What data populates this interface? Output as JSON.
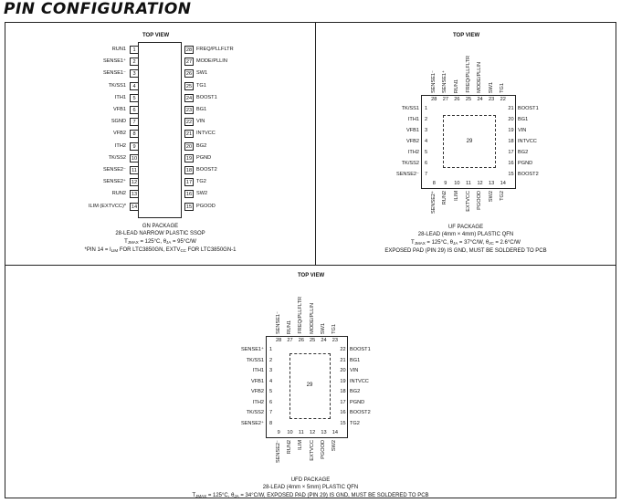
{
  "heading": "PIN CONFIGURATION",
  "top_view_label": "TOP VIEW",
  "ssop": {
    "left_pins": [
      {
        "num": "1",
        "name": "RUN1"
      },
      {
        "num": "2",
        "name": "SENSE1⁺"
      },
      {
        "num": "3",
        "name": "SENSE1⁻"
      },
      {
        "num": "4",
        "name": "TK/SS1"
      },
      {
        "num": "5",
        "name": "ITH1"
      },
      {
        "num": "6",
        "name": "VFB1"
      },
      {
        "num": "7",
        "name": "SGND"
      },
      {
        "num": "8",
        "name": "VFB2"
      },
      {
        "num": "9",
        "name": "ITH2"
      },
      {
        "num": "10",
        "name": "TK/SS2"
      },
      {
        "num": "11",
        "name": "SENSE2⁻"
      },
      {
        "num": "12",
        "name": "SENSE2⁺"
      },
      {
        "num": "13",
        "name": "RUN2"
      },
      {
        "num": "14",
        "name": "ILIM (EXTVCC)*"
      }
    ],
    "right_pins": [
      {
        "num": "28",
        "name": "FREQ/PLLFLTR"
      },
      {
        "num": "27",
        "name": "MODE/PLLIN"
      },
      {
        "num": "26",
        "name": "SW1"
      },
      {
        "num": "25",
        "name": "TG1"
      },
      {
        "num": "24",
        "name": "BOOST1"
      },
      {
        "num": "23",
        "name": "BG1"
      },
      {
        "num": "22",
        "name": "VIN"
      },
      {
        "num": "21",
        "name": "INTVCC"
      },
      {
        "num": "20",
        "name": "BG2"
      },
      {
        "num": "19",
        "name": "PGND"
      },
      {
        "num": "18",
        "name": "BOOST2"
      },
      {
        "num": "17",
        "name": "TG2"
      },
      {
        "num": "16",
        "name": "SW2"
      },
      {
        "num": "15",
        "name": "PGOOD"
      }
    ],
    "cap1": "GN PACKAGE",
    "cap2": "28-LEAD NARROW PLASTIC SSOP",
    "cap3": "TJMAX = 125°C, θJA = 95°C/W",
    "cap4": "*PIN 14 = ILIM FOR LTC3850GN, EXTVCC FOR LTC3850GN-1"
  },
  "uf": {
    "top_pins": [
      {
        "num": "28",
        "name": "SENSE1⁻"
      },
      {
        "num": "27",
        "name": "SENSE1⁺"
      },
      {
        "num": "26",
        "name": "RUN1"
      },
      {
        "num": "25",
        "name": "FREQ/PLLFLTR"
      },
      {
        "num": "24",
        "name": "MODE/PLLIN"
      },
      {
        "num": "23",
        "name": "SW1"
      },
      {
        "num": "22",
        "name": "TG1"
      }
    ],
    "left_pins": [
      {
        "num": "1",
        "name": "TK/SS1"
      },
      {
        "num": "2",
        "name": "ITH1"
      },
      {
        "num": "3",
        "name": "VFB1"
      },
      {
        "num": "4",
        "name": "VFB2"
      },
      {
        "num": "5",
        "name": "ITH2"
      },
      {
        "num": "6",
        "name": "TK/SS2"
      },
      {
        "num": "7",
        "name": "SENSE2⁻"
      }
    ],
    "right_pins": [
      {
        "num": "21",
        "name": "BOOST1"
      },
      {
        "num": "20",
        "name": "BG1"
      },
      {
        "num": "19",
        "name": "VIN"
      },
      {
        "num": "18",
        "name": "INTVCC"
      },
      {
        "num": "17",
        "name": "BG2"
      },
      {
        "num": "16",
        "name": "PGND"
      },
      {
        "num": "15",
        "name": "BOOST2"
      }
    ],
    "bottom_pins": [
      {
        "num": "8",
        "name": "SENSE2⁺"
      },
      {
        "num": "9",
        "name": "RUN2"
      },
      {
        "num": "10",
        "name": "ILIM"
      },
      {
        "num": "11",
        "name": "EXTVCC"
      },
      {
        "num": "12",
        "name": "PGOOD"
      },
      {
        "num": "13",
        "name": "SW2"
      },
      {
        "num": "14",
        "name": "TG2"
      }
    ],
    "pad": "29",
    "cap1": "UF PACKAGE",
    "cap2": "28-LEAD (4mm × 4mm) PLASTIC QFN",
    "cap3": "TJMAX = 125°C, θJA = 37°C/W, θJC = 2.6°C/W",
    "cap4": "EXPOSED PAD (PIN 29) IS GND, MUST BE SOLDERED TO PCB"
  },
  "ufd": {
    "top_pins": [
      {
        "num": "28",
        "name": "SENSE1⁻"
      },
      {
        "num": "27",
        "name": "RUN1"
      },
      {
        "num": "26",
        "name": "FREQ/PLLFLTR"
      },
      {
        "num": "25",
        "name": "MODE/PLLIN"
      },
      {
        "num": "24",
        "name": "SW1"
      },
      {
        "num": "23",
        "name": "TG1"
      }
    ],
    "left_pins": [
      {
        "num": "1",
        "name": "SENSE1⁺"
      },
      {
        "num": "2",
        "name": "TK/SS1"
      },
      {
        "num": "3",
        "name": "ITH1"
      },
      {
        "num": "4",
        "name": "VFB1"
      },
      {
        "num": "5",
        "name": "VFB2"
      },
      {
        "num": "6",
        "name": "ITH2"
      },
      {
        "num": "7",
        "name": "TK/SS2"
      },
      {
        "num": "8",
        "name": "SENSE2⁺"
      }
    ],
    "right_pins": [
      {
        "num": "22",
        "name": "BOOST1"
      },
      {
        "num": "21",
        "name": "BG1"
      },
      {
        "num": "20",
        "name": "VIN"
      },
      {
        "num": "19",
        "name": "INTVCC"
      },
      {
        "num": "18",
        "name": "BG2"
      },
      {
        "num": "17",
        "name": "PGND"
      },
      {
        "num": "16",
        "name": "BOOST2"
      },
      {
        "num": "15",
        "name": "TG2"
      }
    ],
    "bottom_pins": [
      {
        "num": "9",
        "name": "SENSE2⁻"
      },
      {
        "num": "10",
        "name": "RUN2"
      },
      {
        "num": "11",
        "name": "ILIM"
      },
      {
        "num": "12",
        "name": "EXTVCC"
      },
      {
        "num": "13",
        "name": "PGOOD"
      },
      {
        "num": "14",
        "name": "SW2"
      }
    ],
    "pad": "29",
    "cap1": "UFD PACKAGE",
    "cap2": "28-LEAD (4mm × 5mm) PLASTIC QFN",
    "cap3": "TJMAX = 125°C, θJA = 34°C/W, EXPOSED PAD (PIN 29) IS GND, MUST BE SOLDERED TO PCB"
  }
}
